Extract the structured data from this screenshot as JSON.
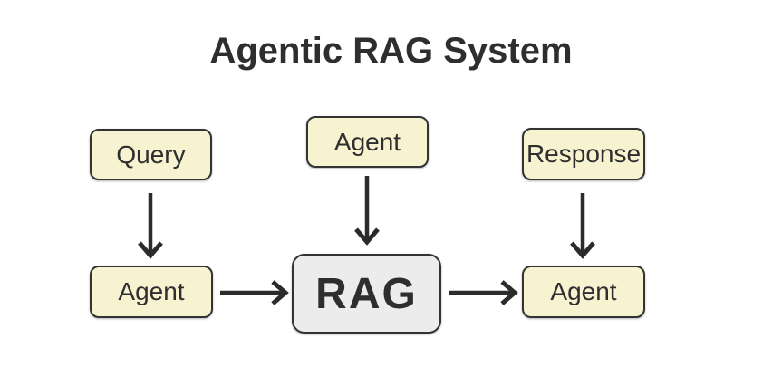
{
  "title": "Agentic RAG System",
  "diagram": {
    "type": "flowchart",
    "nodes": [
      {
        "id": "query",
        "label": "Query"
      },
      {
        "id": "agent-top",
        "label": "Agent"
      },
      {
        "id": "response",
        "label": "Response"
      },
      {
        "id": "agent-left",
        "label": "Agent"
      },
      {
        "id": "rag",
        "label": "RAG"
      },
      {
        "id": "agent-right",
        "label": "Agent"
      }
    ],
    "edges": [
      {
        "from": "query",
        "to": "agent-left",
        "direction": "down"
      },
      {
        "from": "agent-top",
        "to": "rag",
        "direction": "down"
      },
      {
        "from": "response",
        "to": "agent-right",
        "direction": "down"
      },
      {
        "from": "agent-left",
        "to": "rag",
        "direction": "right"
      },
      {
        "from": "rag",
        "to": "agent-right",
        "direction": "right"
      }
    ]
  },
  "colors": {
    "background": "#ffffff",
    "node_fill": "#f7f3d0",
    "node_border": "#333333",
    "rag_fill": "#ececec",
    "text": "#2e2e2e",
    "arrow": "#2b2b2b"
  }
}
